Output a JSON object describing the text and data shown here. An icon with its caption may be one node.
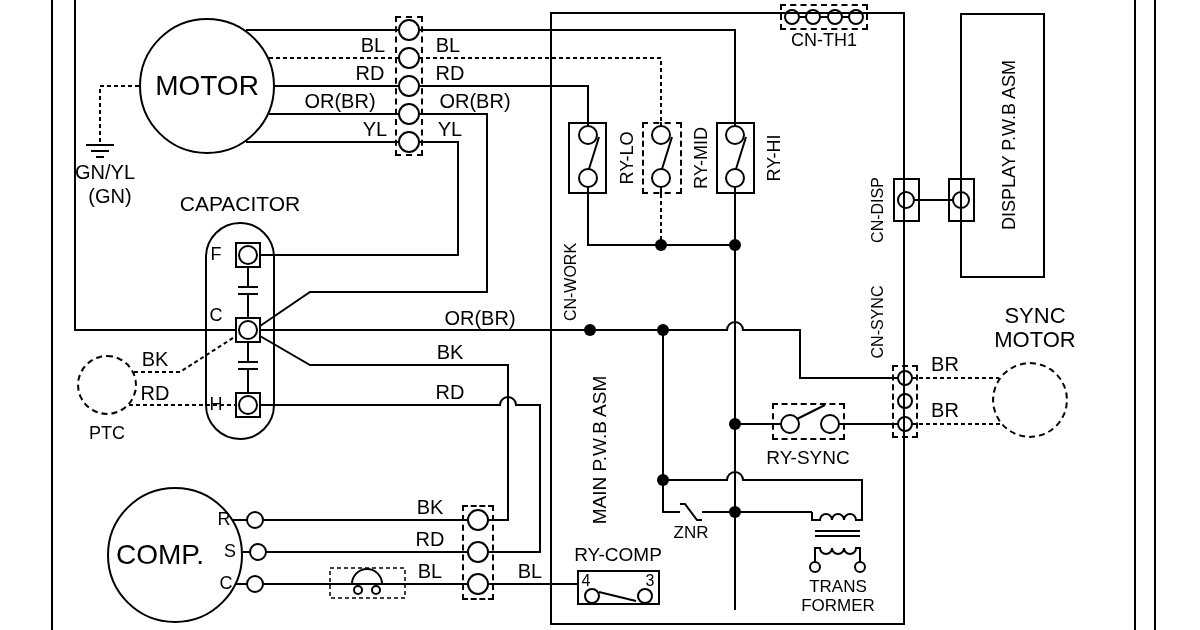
{
  "diagram": {
    "nodes": [
      {
        "text": [
          "MOTOR"
        ]
      },
      {
        "text": [],
        "shape": "box"
      },
      {
        "text": [
          "CAPACITOR",
          "F",
          "C",
          "H"
        ]
      },
      {
        "text": [],
        "shape": "circle",
        "beside": [
          "PTC"
        ]
      },
      {
        "text": [
          "COMP.",
          "R",
          "S",
          "C"
        ]
      },
      {
        "text": [],
        "shape": "box"
      },
      {
        "text": [
          "MAIN P.W.B ASM"
        ]
      },
      {
        "text": [],
        "shape": "box",
        "beside": [
          "CN-TH1"
        ]
      },
      {
        "text": [],
        "shape": "box",
        "beside": [
          "RY-LO"
        ],
        "in": 6
      },
      {
        "text": [],
        "shape": "box",
        "beside": [
          "RY-MID"
        ],
        "in": 6
      },
      {
        "text": [],
        "shape": "box",
        "beside": [
          "RY-HI"
        ],
        "in": 6
      },
      {
        "text": [],
        "shape": "box",
        "beside": [
          "RY-SYNC"
        ],
        "in": 6
      },
      {
        "text": [
          "4",
          "3"
        ],
        "beside": [
          "RY-COMP"
        ],
        "in": 6
      },
      {
        "text": [],
        "shape": "box",
        "beside": [
          "CN-DISP"
        ]
      },
      {
        "text": [],
        "shape": "box"
      },
      {
        "text": [
          "DISPLAY P.W.B ASM"
        ]
      },
      {
        "text": [],
        "shape": "box",
        "beside": [
          "CN-SYNC"
        ]
      },
      {
        "text": [],
        "shape": "circle",
        "beside": [
          "SYNC MOTOR"
        ]
      }
    ],
    "edges": [
      {
        "from": 0,
        "to": 1,
        "arrow": "none"
      },
      {
        "from": 0,
        "to": 1,
        "arrow": "none",
        "label": "BL",
        "style": "dashed"
      },
      {
        "from": 0,
        "to": 1,
        "arrow": "none",
        "label": "RD"
      },
      {
        "from": 0,
        "to": 1,
        "arrow": "none",
        "label": "OR(BR)"
      },
      {
        "from": 0,
        "to": 1,
        "arrow": "none",
        "label": "YL"
      },
      {
        "from": 1,
        "to": 9,
        "arrow": "none",
        "label": "BL",
        "style": "dashed"
      },
      {
        "from": 1,
        "to": 8,
        "arrow": "none",
        "label": "RD"
      },
      {
        "from": 1,
        "to": 2,
        "arrow": "none",
        "label": "OR(BR)"
      },
      {
        "from": 1,
        "to": 2,
        "arrow": "none",
        "label": "YL"
      },
      {
        "from": 1,
        "to": 10,
        "arrow": "none"
      },
      {
        "from": 3,
        "to": 2,
        "arrow": "none",
        "label": "BK",
        "style": "dashed"
      },
      {
        "from": 3,
        "to": 2,
        "arrow": "none",
        "label": "RD",
        "style": "dashed"
      },
      {
        "from": 2,
        "to": 5,
        "arrow": "none",
        "label": "BK"
      },
      {
        "from": 2,
        "to": 5,
        "arrow": "none",
        "label": "RD"
      },
      {
        "from": 4,
        "to": 5,
        "arrow": "none",
        "label": "BK"
      },
      {
        "from": 4,
        "to": 5,
        "arrow": "none",
        "label": "RD"
      },
      {
        "from": 4,
        "to": 5,
        "arrow": "none",
        "label": "BL"
      },
      {
        "from": 5,
        "to": 12,
        "arrow": "none",
        "label": "BL"
      },
      {
        "from": 2,
        "to": 16,
        "arrow": "none",
        "label": "OR(BR)"
      },
      {
        "from": 2,
        "to": null,
        "arrow": "none"
      },
      {
        "from": 10,
        "to": 11,
        "arrow": "none"
      },
      {
        "from": 8,
        "to": 10,
        "arrow": "none"
      },
      {
        "from": 9,
        "to": 10,
        "arrow": "none",
        "style": "dashed"
      },
      {
        "from": 11,
        "to": 16,
        "arrow": "none"
      },
      {
        "from": 16,
        "to": 17,
        "arrow": "none",
        "label": "BR",
        "style": "dashed"
      },
      {
        "from": 16,
        "to": 17,
        "arrow": "none",
        "label": "BR",
        "style": "dashed"
      },
      {
        "from": 13,
        "to": 14,
        "arrow": "none"
      }
    ],
    "labels": [
      "GN/YL",
      "(GN)",
      "CN-WORK",
      "ZNR",
      "TRANS FORMER"
    ]
  }
}
